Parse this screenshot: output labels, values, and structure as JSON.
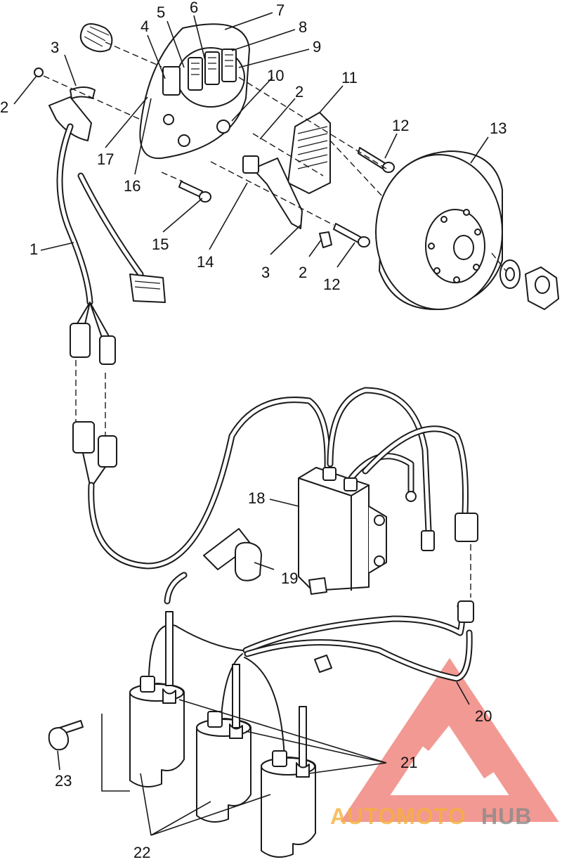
{
  "diagram": {
    "callouts": [
      "1",
      "2",
      "3",
      "4",
      "5",
      "6",
      "7",
      "8",
      "9",
      "10",
      "11",
      "12",
      "13",
      "14",
      "15",
      "16",
      "17",
      "18",
      "19",
      "20",
      "21",
      "22",
      "23",
      "2",
      "2",
      "3",
      "12"
    ],
    "colors": {
      "line": "#1a1a1a",
      "watermark_red": "#e8463c",
      "watermark_orange": "#f5b13a",
      "watermark_grey": "#8a8a8a"
    }
  },
  "watermark": {
    "text_part1": "AUTOMOTO",
    "text_part2": "HUB"
  }
}
